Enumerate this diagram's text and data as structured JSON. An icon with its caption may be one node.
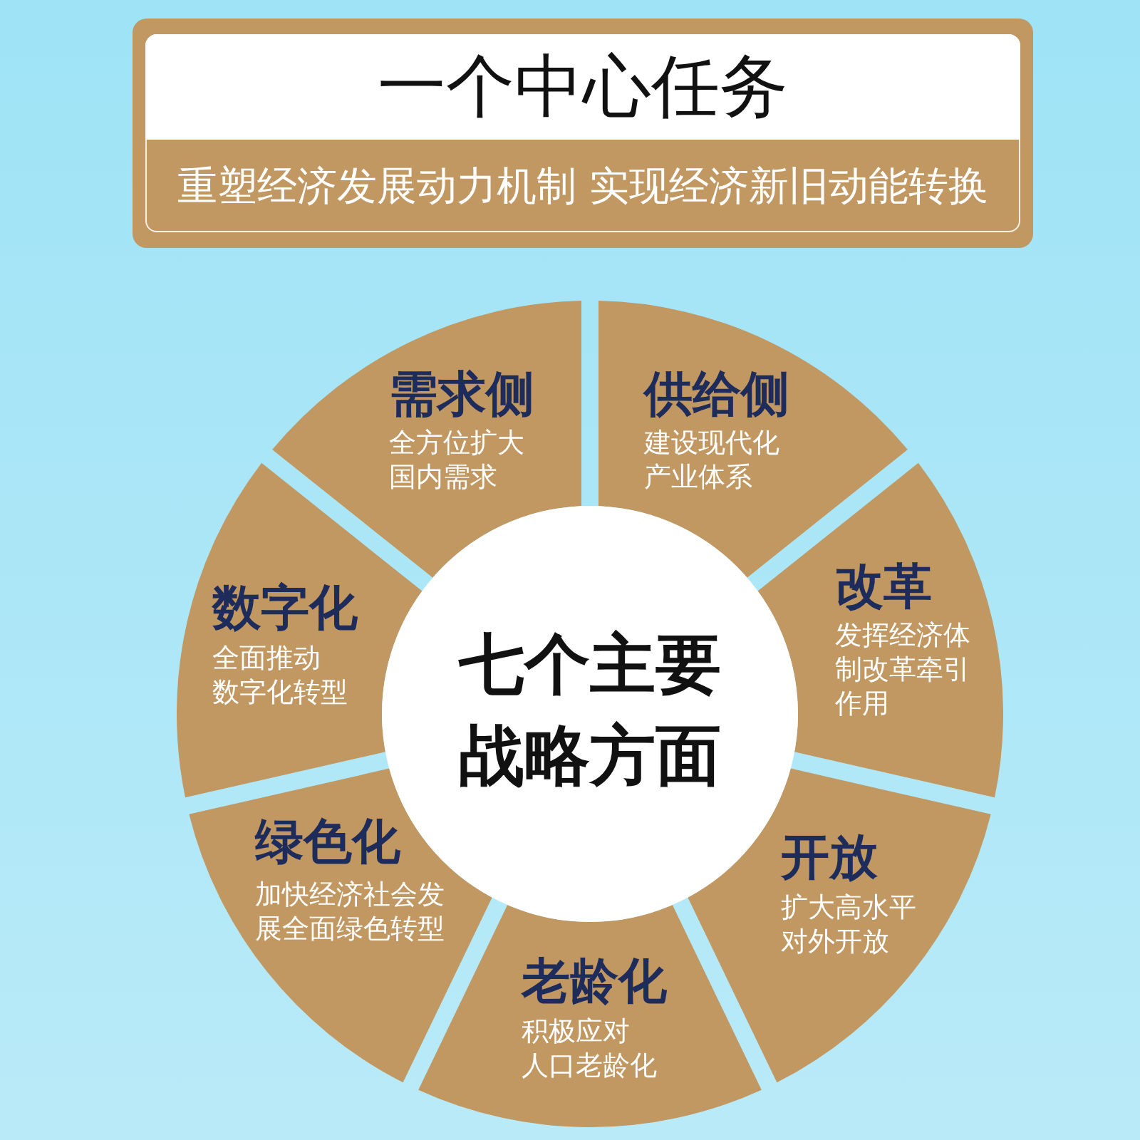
{
  "diagram": {
    "nodes": [
      {
        "text": [
          "一个中心任务",
          "重塑经济发展动力机制 实现经济新旧动能转换"
        ]
      },
      {
        "text": [
          "七个主要战略方面"
        ]
      },
      {
        "text": [
          "需求侧",
          "全方位扩大国内需求"
        ]
      },
      {
        "text": [
          "供给侧",
          "建设现代化产业体系"
        ]
      },
      {
        "text": [
          "改革",
          "发挥经济体制改革牵引作用"
        ]
      },
      {
        "text": [
          "开放",
          "扩大高水平对外开放"
        ]
      },
      {
        "text": [
          "老龄化",
          "积极应对人口老龄化"
        ]
      },
      {
        "text": [
          "绿色化",
          "加快经济社会发展全面绿色转型"
        ]
      },
      {
        "text": [
          "数字化",
          "全面推动数字化转型"
        ]
      }
    ]
  }
}
